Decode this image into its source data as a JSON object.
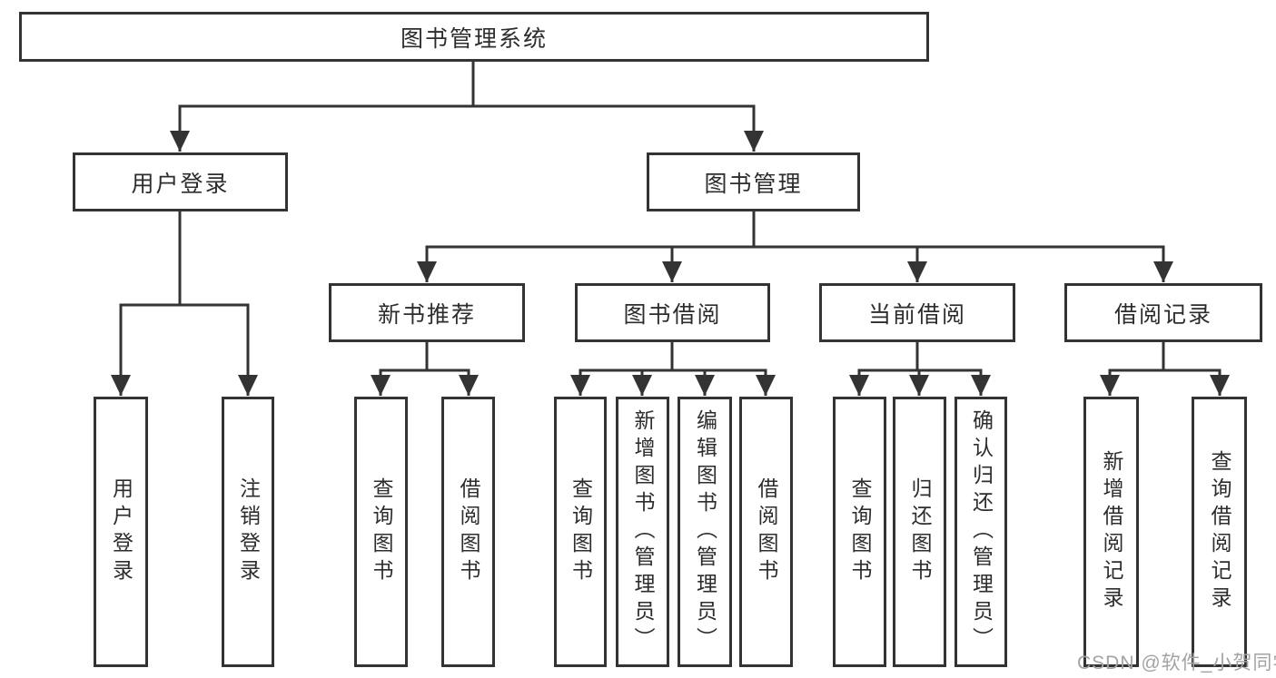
{
  "diagram": {
    "type": "hierarchy",
    "tree": {
      "root": "图书管理系统",
      "branches": {
        "user_login": {
          "label": "用户登录",
          "children": {
            "login": "用户登录",
            "logout": "注销登录"
          }
        },
        "book_mgmt": {
          "label": "图书管理",
          "children": {
            "new_book_rec": {
              "label": "新书推荐",
              "children": {
                "query": "查询图书",
                "borrow": "借阅图书"
              }
            },
            "book_borrow": {
              "label": "图书借阅",
              "children": {
                "query": "查询图书",
                "add": "新增图书（管理员）",
                "edit": "编辑图书（管理员）",
                "borrow": "借阅图书"
              }
            },
            "current_borrow": {
              "label": "当前借阅",
              "children": {
                "query": "查询图书",
                "return": "归还图书",
                "confirm_return": "确认归还（管理员）"
              }
            },
            "borrow_records": {
              "label": "借阅记录",
              "children": {
                "add_record": "新增借阅记录",
                "query_record": "查询借阅记录"
              }
            }
          }
        }
      }
    }
  },
  "watermark": {
    "text": "CSDN @软件_小贺同学"
  },
  "colors": {
    "line": "#333333",
    "box_border": "#333333",
    "text": "#2d2d2d",
    "watermark_gray": "#a3a3a3",
    "background": "#ffffff"
  }
}
